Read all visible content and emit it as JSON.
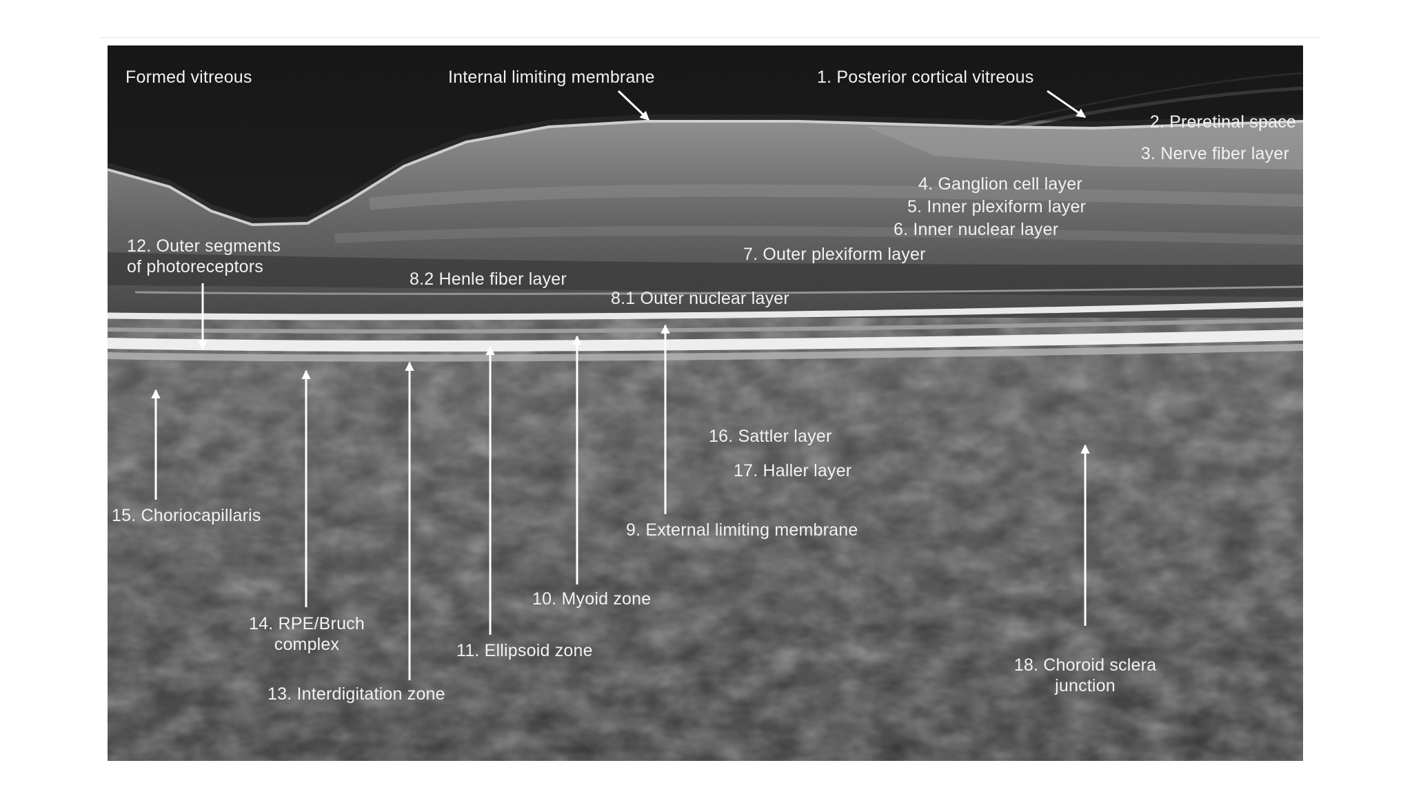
{
  "figure": {
    "colors": {
      "background": "#ffffff",
      "scan_dark": "#1e1e1e",
      "vitreous": "#181818",
      "retina_mid": "#5a5a5a",
      "band_bright": "#f0f0f0",
      "choroid": "#4c4c4c",
      "label_text": "#f2f2f2",
      "arrow": "#ffffff"
    },
    "labels": {
      "formed_vitreous": "Formed vitreous",
      "internal_limiting_membrane": "Internal limiting membrane",
      "posterior_cortical_vitreous": "1. Posterior cortical vitreous",
      "preretinal_space": "2. Preretinal space",
      "nerve_fiber_layer": "3. Nerve fiber layer",
      "ganglion_cell_layer": "4. Ganglion cell layer",
      "inner_plexiform_layer": "5. Inner plexiform layer",
      "inner_nuclear_layer": "6. Inner nuclear layer",
      "outer_plexiform_layer": "7. Outer plexiform layer",
      "outer_segments_line1": "12. Outer segments",
      "outer_segments_line2": "of photoreceptors",
      "henle_fiber_layer": "8.2 Henle fiber layer",
      "outer_nuclear_layer": "8.1 Outer nuclear layer",
      "sattler_layer": "16. Sattler layer",
      "haller_layer": "17. Haller layer",
      "choriocapillaris": "15. Choriocapillaris",
      "external_limiting_membrane": "9. External limiting membrane",
      "myoid_zone": "10. Myoid zone",
      "rpe_bruch_line1": "14. RPE/Bruch",
      "rpe_bruch_line2": "complex",
      "ellipsoid_zone": "11. Ellipsoid zone",
      "choroid_sclera_line1": "18. Choroid sclera",
      "choroid_sclera_line2": "junction",
      "interdigitation_zone": "13. Interdigitation zone"
    }
  }
}
